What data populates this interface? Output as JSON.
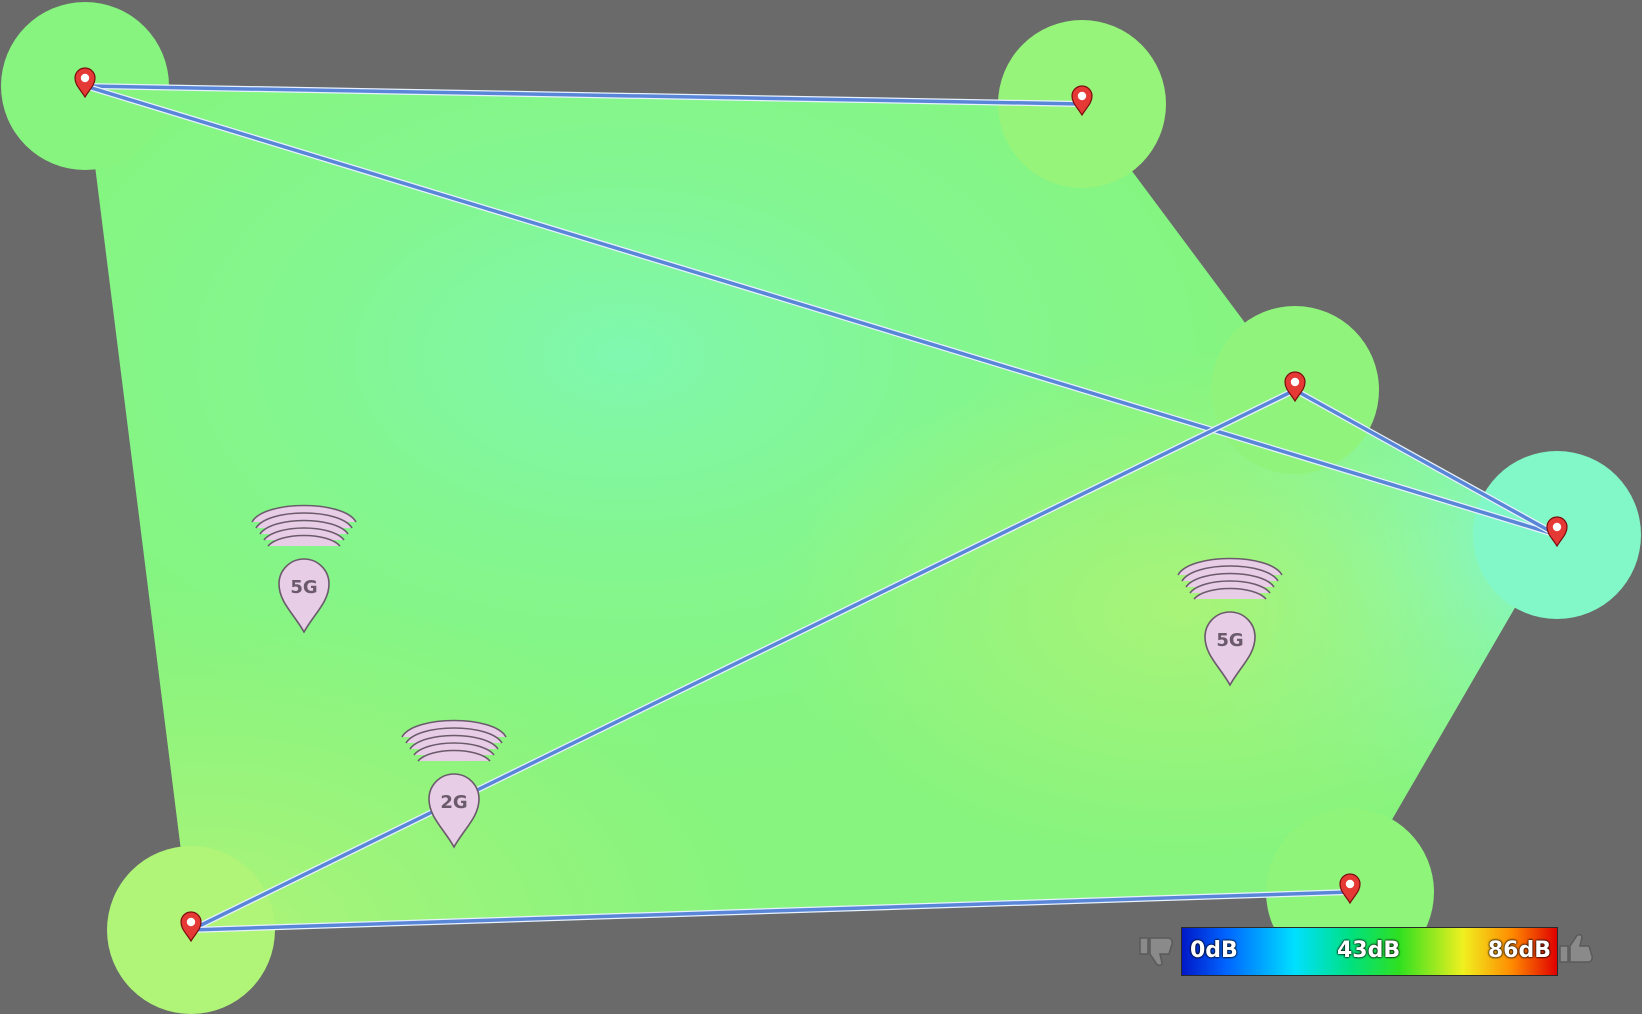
{
  "map": {
    "background": "#6a6a6a",
    "coverage_fill_colors": [
      "#86f47e",
      "#7ef8a6",
      "#a6f47a",
      "#82f8c8"
    ],
    "link_color": "#5a86d8",
    "pin_color": "#e53935"
  },
  "access_points": [
    {
      "band": "5G",
      "icon": "wifi-signal-pin"
    },
    {
      "band": "5G",
      "icon": "wifi-signal-pin"
    },
    {
      "band": "2G",
      "icon": "wifi-signal-pin"
    }
  ],
  "legend": {
    "min_label": "0dB",
    "mid_label": "43dB",
    "max_label": "86dB",
    "left_icon": "thumbs-down-icon",
    "right_icon": "thumbs-up-icon"
  }
}
